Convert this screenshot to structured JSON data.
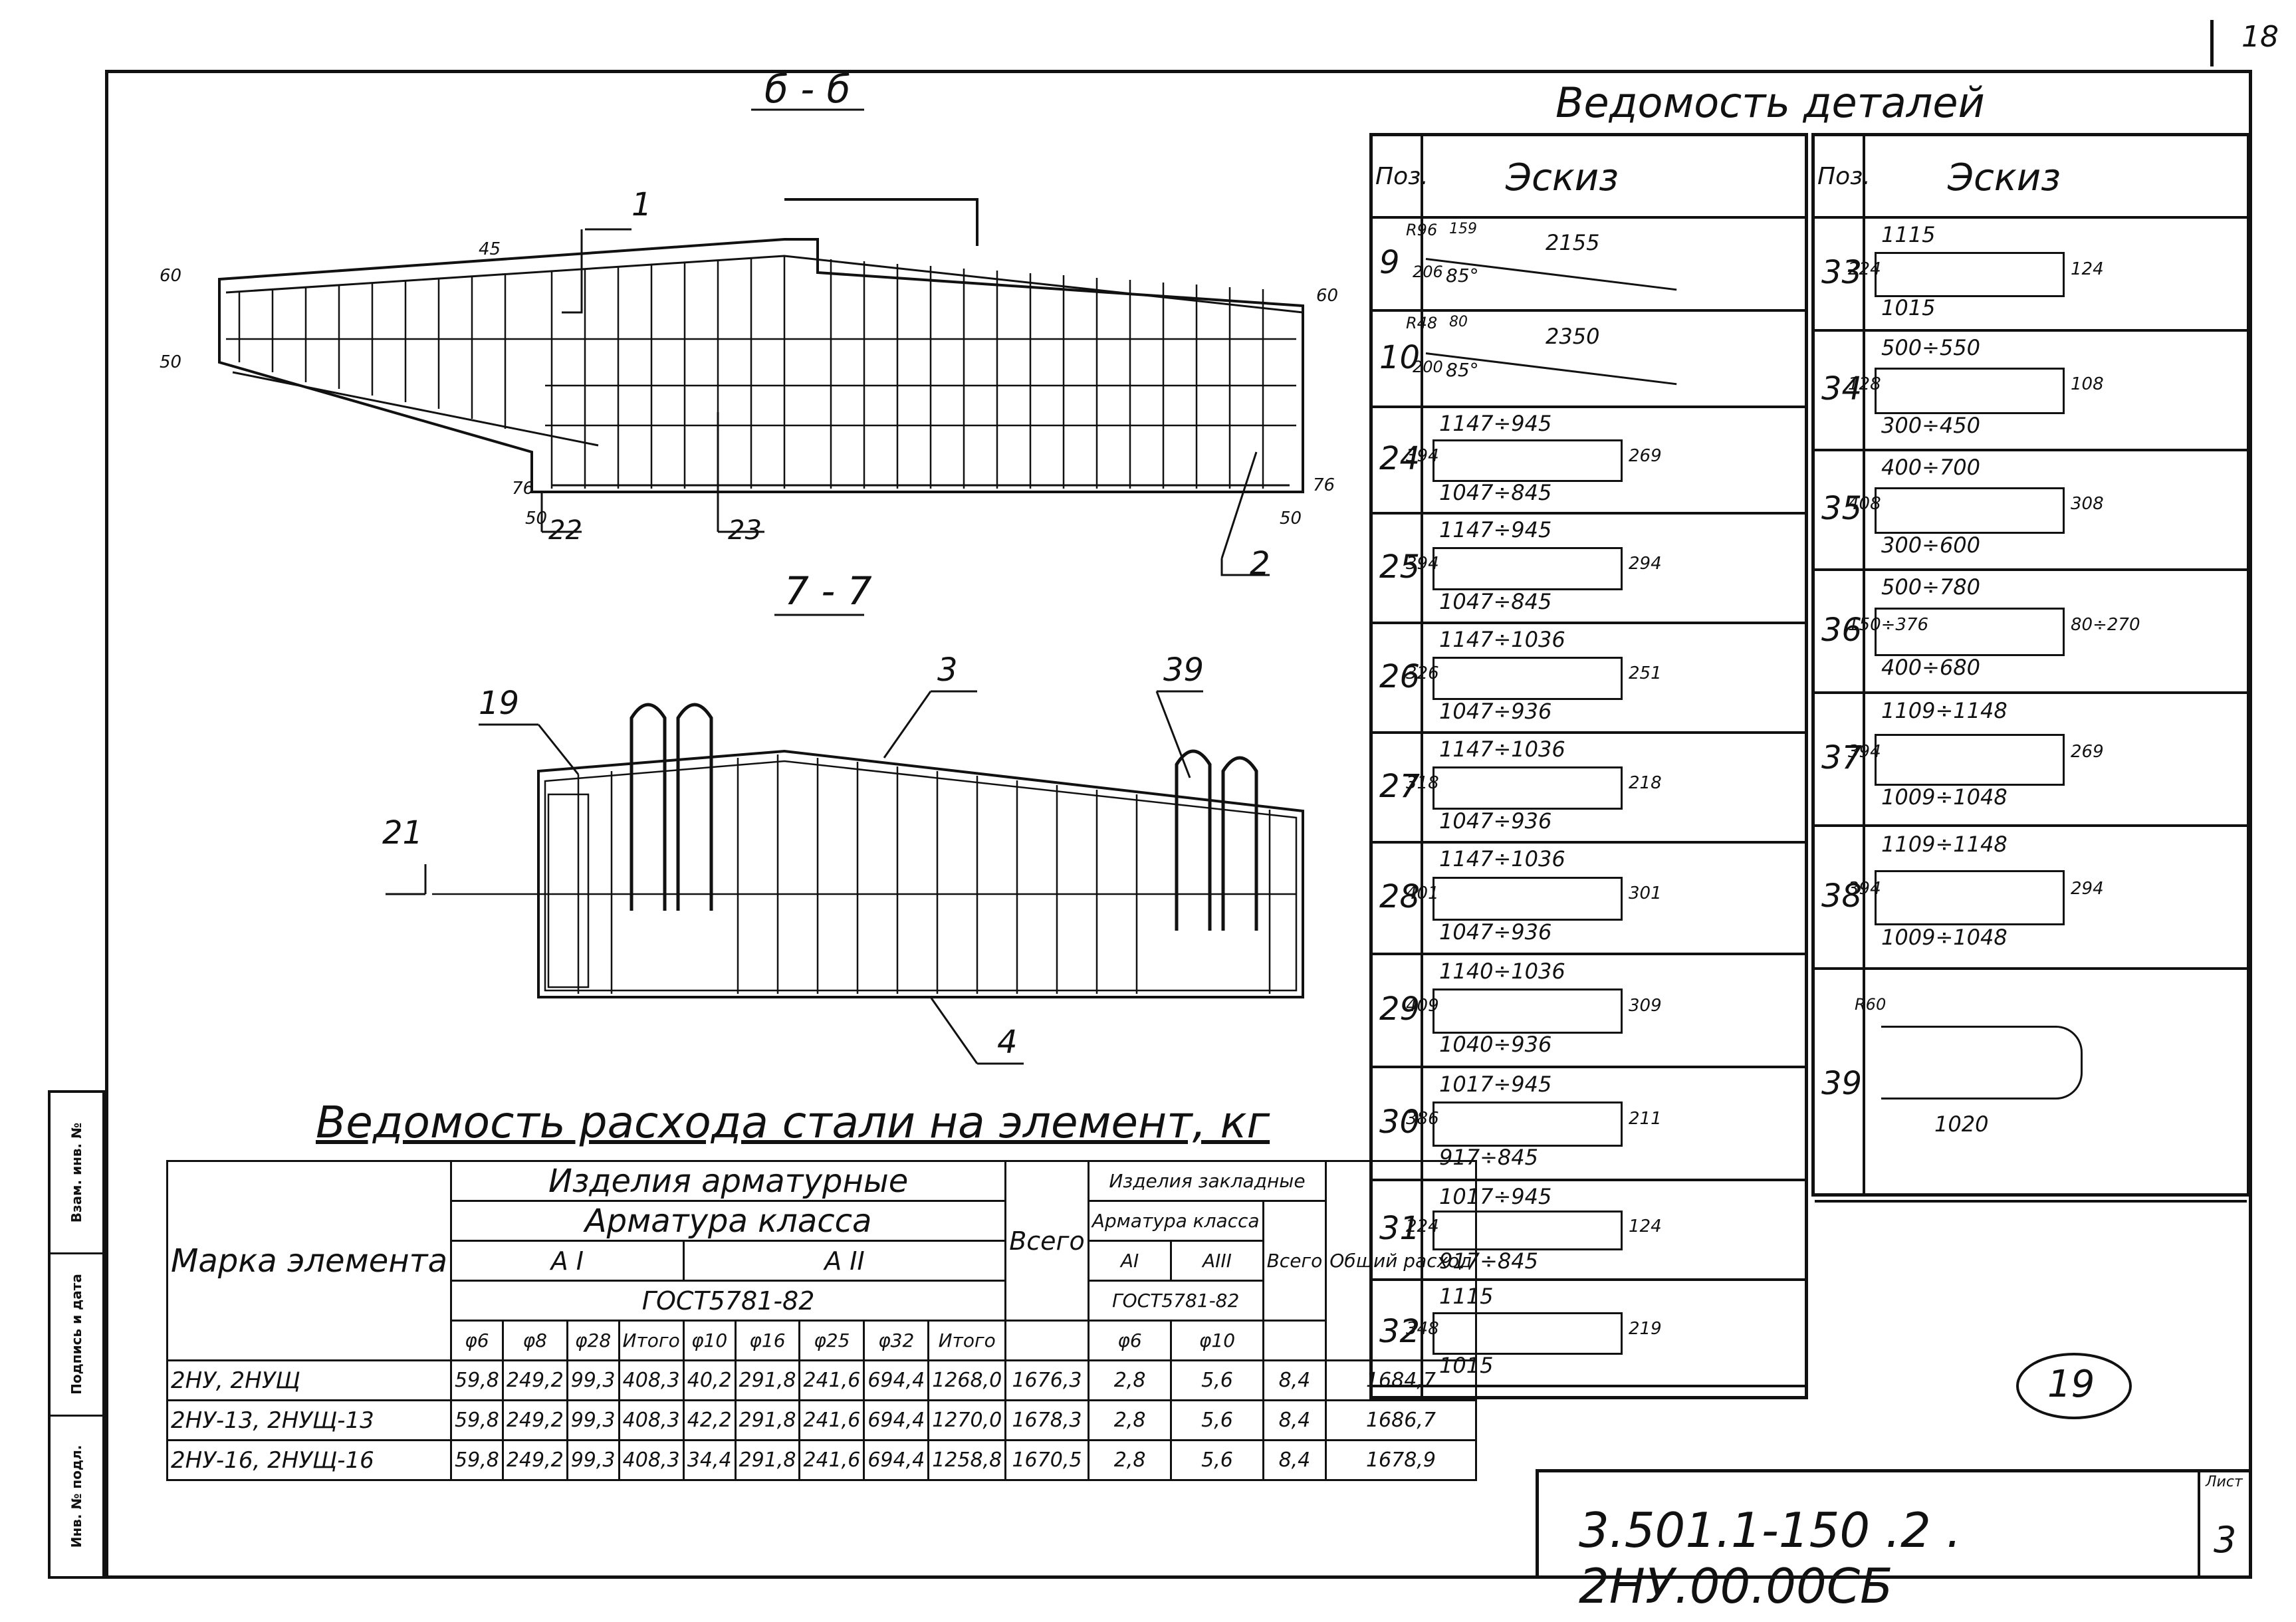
{
  "sheet_number": "18",
  "sections": {
    "section_b": "б - б",
    "section_7": "7 - 7"
  },
  "callouts_b": [
    "1",
    "2",
    "22",
    "23"
  ],
  "dims_b": [
    "60",
    "50",
    "60",
    "76",
    "50",
    "50",
    "76",
    "45"
  ],
  "callouts_7": [
    "19",
    "3",
    "39",
    "21",
    "4"
  ],
  "details_title": "Ведомость деталей",
  "details": {
    "pos_header": "Поз.",
    "sketch_header": "Эскиз",
    "left": [
      {
        "pos": "9",
        "dims": [
          "R96",
          "159",
          "2155",
          "206",
          "85°"
        ]
      },
      {
        "pos": "10",
        "dims": [
          "R48",
          "80",
          "2350",
          "200",
          "85°"
        ]
      },
      {
        "pos": "24",
        "dims": [
          "1147÷945",
          "394",
          "269",
          "1047÷845"
        ]
      },
      {
        "pos": "25",
        "dims": [
          "1147÷945",
          "394",
          "294",
          "1047÷845"
        ]
      },
      {
        "pos": "26",
        "dims": [
          "1147÷1036",
          "326",
          "251",
          "1047÷936"
        ]
      },
      {
        "pos": "27",
        "dims": [
          "1147÷1036",
          "318",
          "218",
          "1047÷936"
        ]
      },
      {
        "pos": "28",
        "dims": [
          "1147÷1036",
          "401",
          "301",
          "1047÷936"
        ]
      },
      {
        "pos": "29",
        "dims": [
          "1140÷1036",
          "409",
          "309",
          "1040÷936"
        ]
      },
      {
        "pos": "30",
        "dims": [
          "1017÷945",
          "386",
          "211",
          "917÷845"
        ]
      },
      {
        "pos": "31",
        "dims": [
          "1017÷945",
          "224",
          "124",
          "917÷845"
        ]
      },
      {
        "pos": "32",
        "dims": [
          "1115",
          "348",
          "219",
          "1015"
        ]
      }
    ],
    "right": [
      {
        "pos": "33",
        "dims": [
          "1115",
          "224",
          "124",
          "1015"
        ]
      },
      {
        "pos": "34",
        "dims": [
          "500÷550",
          "128",
          "108",
          "300÷450"
        ]
      },
      {
        "pos": "35",
        "dims": [
          "400÷700",
          "408",
          "308",
          "300÷600"
        ]
      },
      {
        "pos": "36",
        "dims": [
          "500÷780",
          "150÷376",
          "80÷270",
          "400÷680"
        ]
      },
      {
        "pos": "37",
        "dims": [
          "1109÷1148",
          "394",
          "269",
          "1009÷1048"
        ]
      },
      {
        "pos": "38",
        "dims": [
          "1109÷1148",
          "394",
          "294",
          "1009÷1048"
        ]
      },
      {
        "pos": "39",
        "dims": [
          "R60",
          "1020"
        ]
      }
    ]
  },
  "steel_table": {
    "title": "Ведомость расхода стали на элемент, кг",
    "h_mark": "Марка элемента",
    "h_products": "Изделия арматурные",
    "h_rebar_class": "Арматура класса",
    "h_ai": "А I",
    "h_aii": "А II",
    "h_gost": "ГОСТ5781-82",
    "h_total": "Всего",
    "h_embedded": "Изделия закладные",
    "h_emb_rebar": "Арматура класса",
    "h_emb_ai": "АI",
    "h_emb_aiii": "АIII",
    "h_emb_gost": "ГОСТ5781-82",
    "h_emb_total": "Всего",
    "h_overall": "Общий расход",
    "cols": [
      "φ6",
      "φ8",
      "φ28",
      "Итого",
      "φ10",
      "φ16",
      "φ25",
      "φ32",
      "Итого",
      "φ6",
      "φ10"
    ],
    "rows": [
      {
        "mark": "2НУ, 2НУЩ",
        "v": [
          "59,8",
          "249,2",
          "99,3",
          "408,3",
          "40,2",
          "291,8",
          "241,6",
          "694,4",
          "1268,0",
          "1676,3",
          "2,8",
          "5,6",
          "8,4",
          "1684,7"
        ]
      },
      {
        "mark": "2НУ-13, 2НУЩ-13",
        "v": [
          "59,8",
          "249,2",
          "99,3",
          "408,3",
          "42,2",
          "291,8",
          "241,6",
          "694,4",
          "1270,0",
          "1678,3",
          "2,8",
          "5,6",
          "8,4",
          "1686,7"
        ]
      },
      {
        "mark": "2НУ-16, 2НУЩ-16",
        "v": [
          "59,8",
          "249,2",
          "99,3",
          "408,3",
          "34,4",
          "291,8",
          "241,6",
          "694,4",
          "1258,8",
          "1670,5",
          "2,8",
          "5,6",
          "8,4",
          "1678,9"
        ]
      }
    ]
  },
  "side_labels": [
    "Взам. инв. №",
    "Подпись и дата",
    "Инв. № подл."
  ],
  "circle_mark": "19",
  "stamp": {
    "code": "3.501.1-150 .2 . 2НУ.00.00СБ",
    "sheet_label": "Лист",
    "sheet": "3"
  }
}
